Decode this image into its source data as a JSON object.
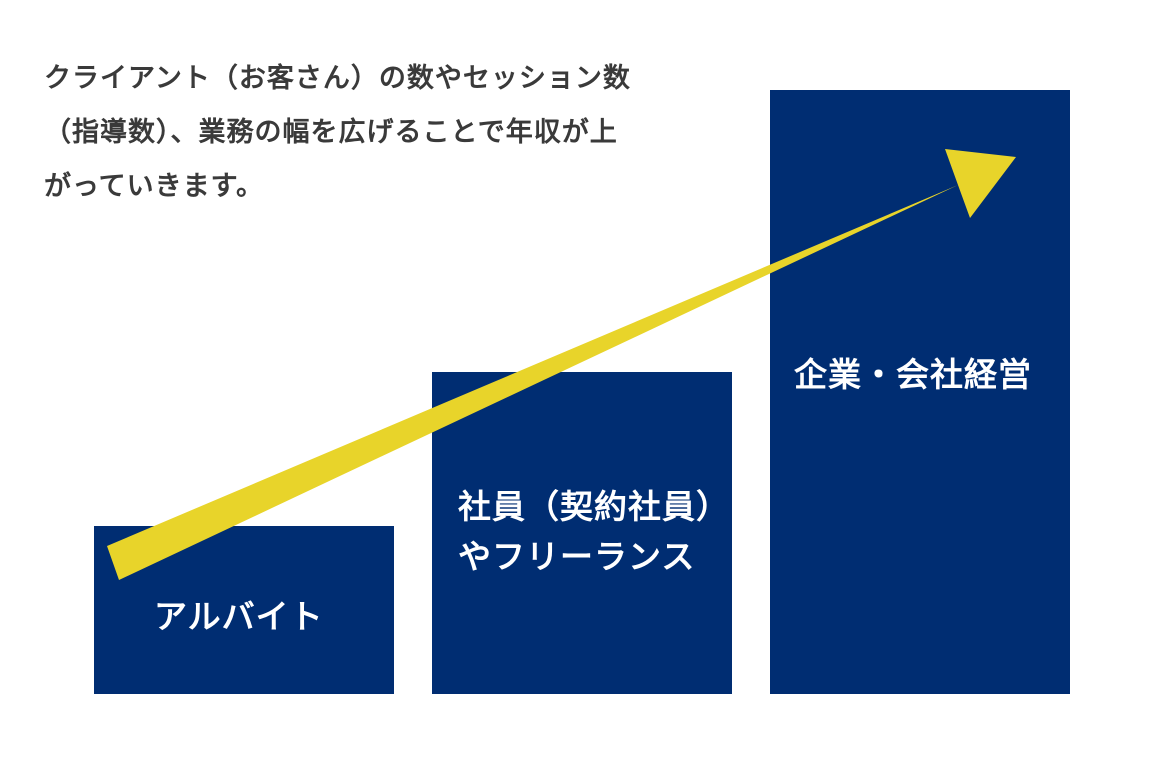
{
  "description": {
    "lines": [
      "クライアント（お客さん）の数やセッション数",
      "（指導数）、業務の幅を広げることで年収が上",
      "がっていきます。"
    ]
  },
  "stages": [
    {
      "label_lines": [
        "アルバイト"
      ]
    },
    {
      "label_lines": [
        "社員（契約社員）",
        "やフリーランス"
      ]
    },
    {
      "label_lines": [
        "企業・会社経営"
      ]
    }
  ],
  "colors": {
    "bar": "#002d72",
    "arrow": "#e8d42a",
    "text": "#3a3a3a"
  },
  "icons": {
    "trend": "upward-arrow"
  }
}
